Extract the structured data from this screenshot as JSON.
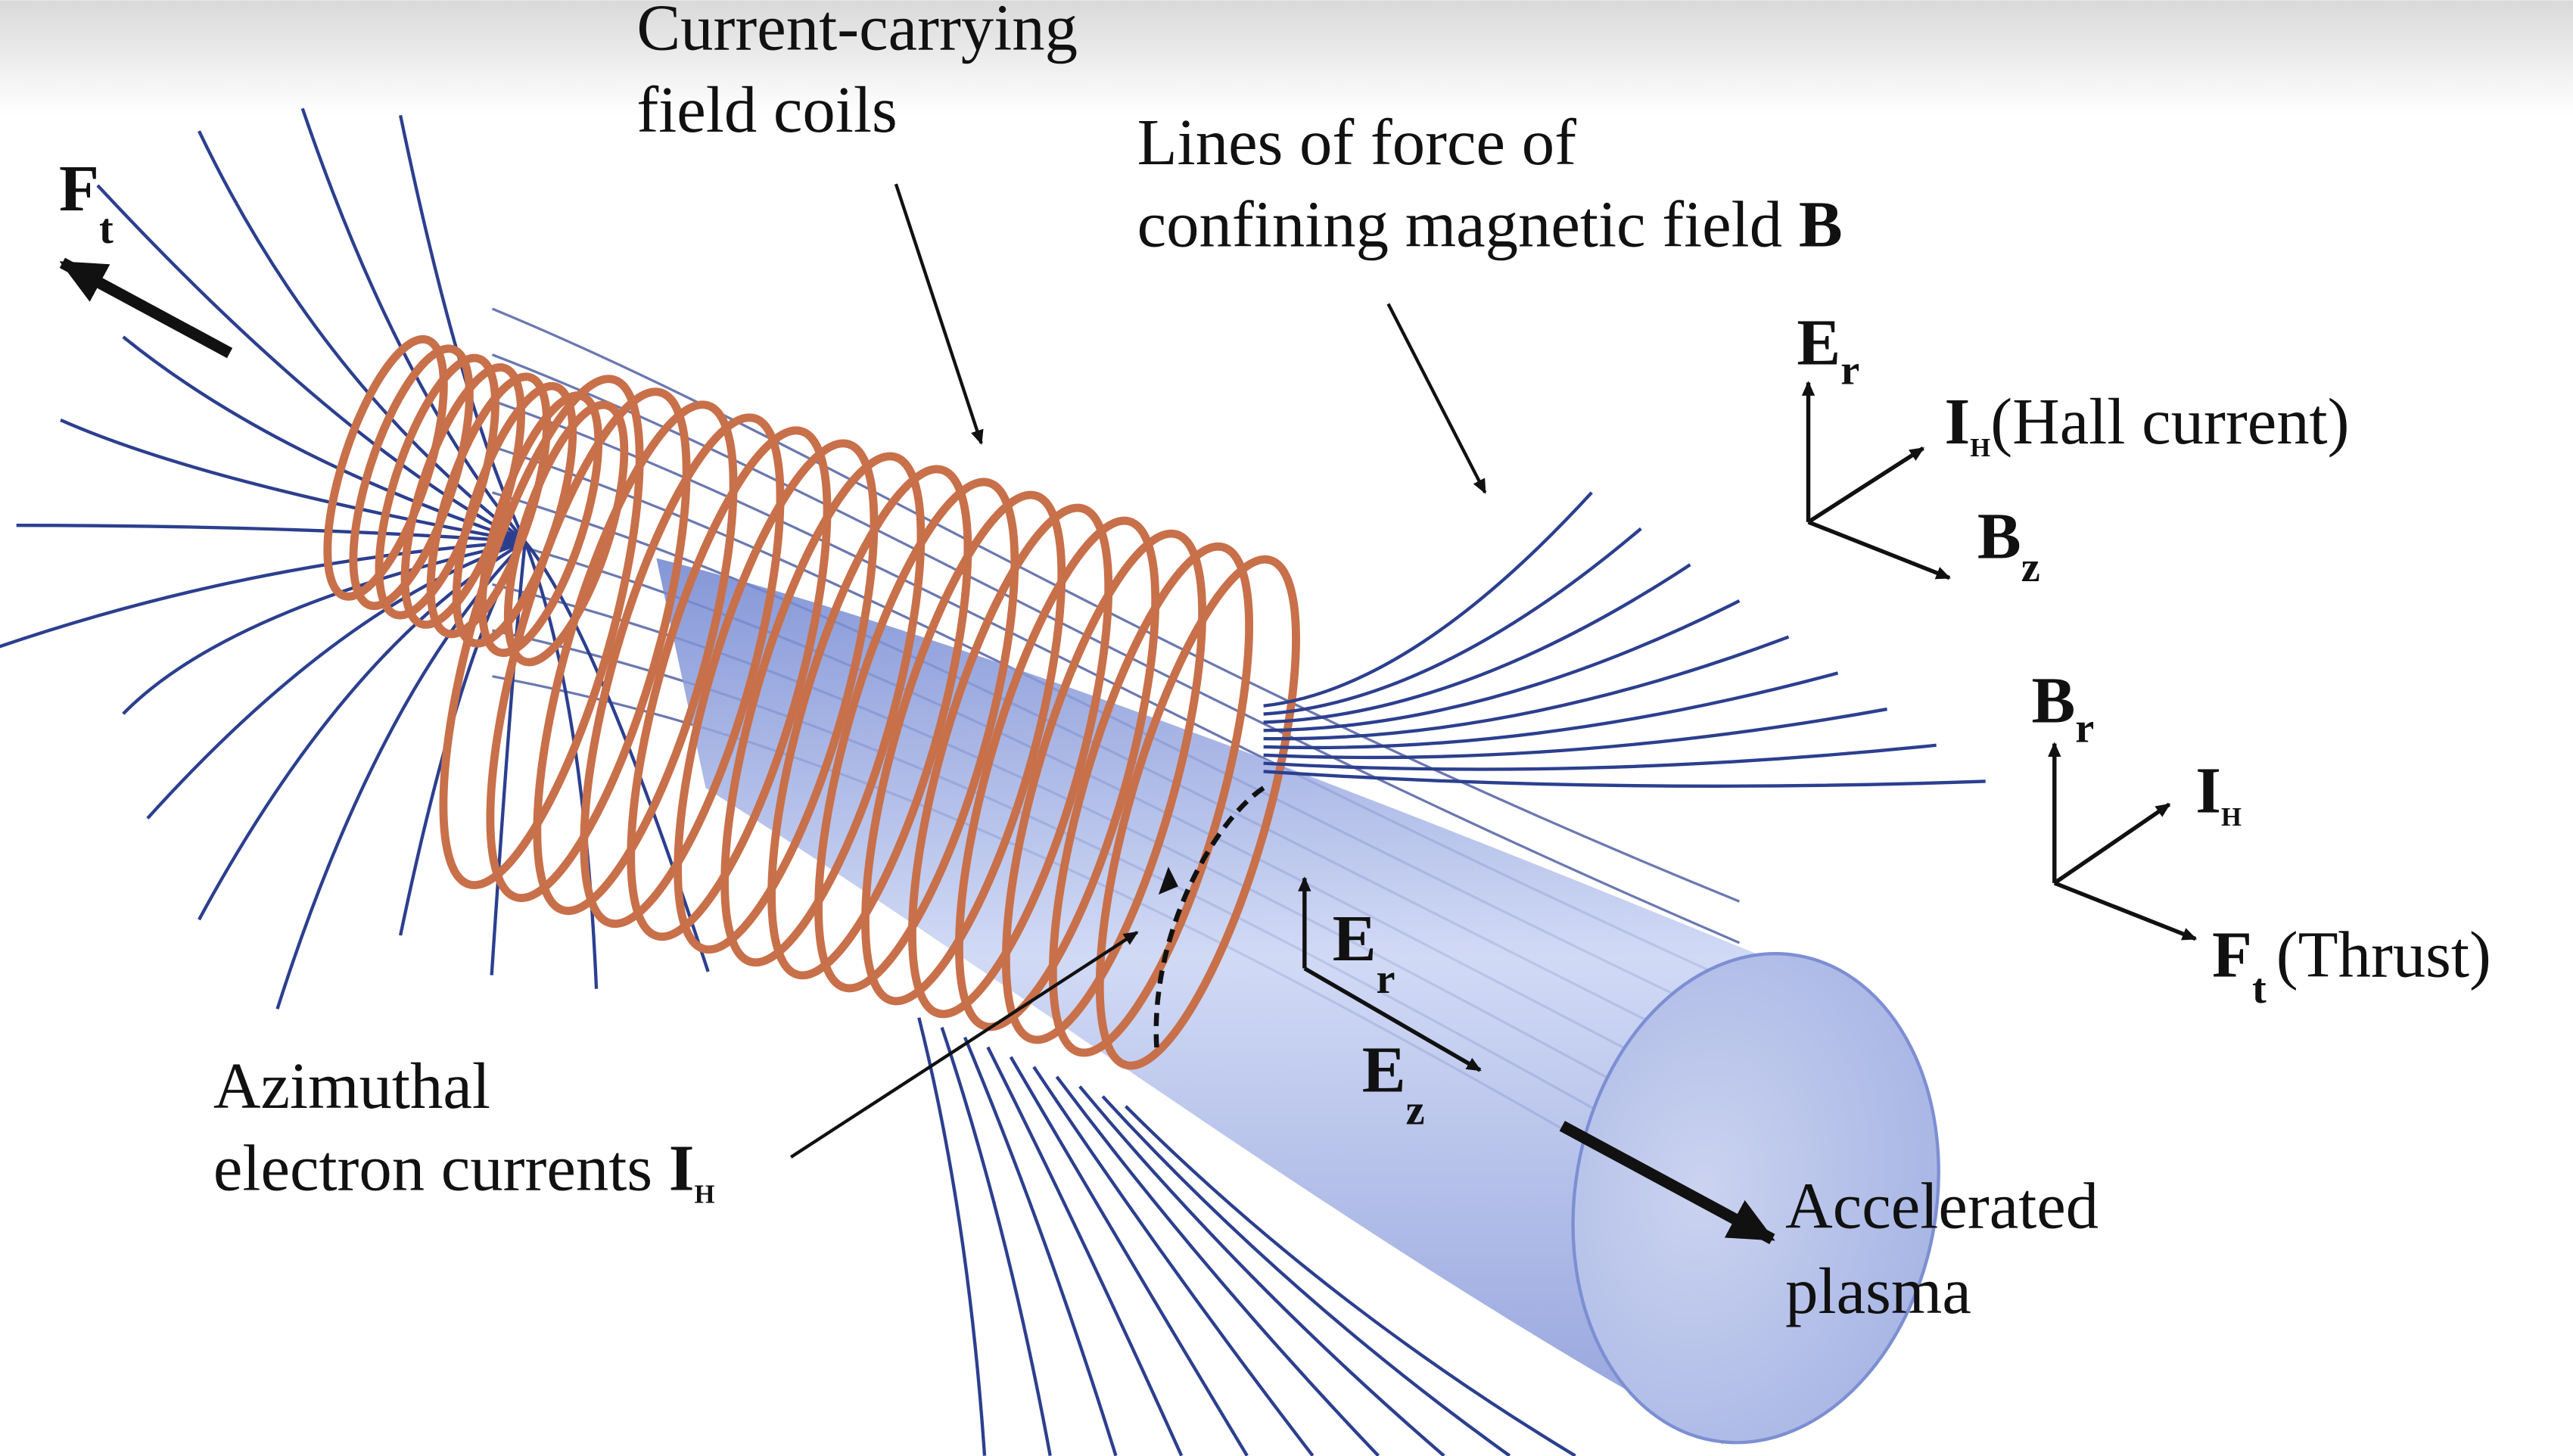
{
  "labels": {
    "coils": [
      "Current-carrying",
      "field coils"
    ],
    "field_lines": [
      "Lines of force of",
      "confining magnetic field "
    ],
    "field_symbol": "B",
    "azimuthal": [
      "Azimuthal",
      "electron currents "
    ],
    "accelerated": [
      "Accelerated",
      "plasma"
    ],
    "ft_main": "F",
    "ft_main_sub": "t",
    "er_inner": "E",
    "er_inner_sub": "r",
    "ez_inner": "E",
    "ez_inner_sub": "z",
    "ih_main": "I",
    "ih_main_sub": "H"
  },
  "axes1": {
    "er": "E",
    "er_sub": "r",
    "ih": "I",
    "ih_sub": "H",
    "ih_text": "(Hall current)",
    "bz": "B",
    "bz_sub": "z"
  },
  "axes2": {
    "br": "B",
    "br_sub": "r",
    "ih": "I",
    "ih_sub": "H",
    "ft": "F",
    "ft_sub": "t",
    "ft_text": "(Thrust)"
  },
  "colors": {
    "coil": "#c8704a",
    "field_line": "#2c3f8f",
    "plasma": "#8fa3e0",
    "text": "#111111"
  }
}
